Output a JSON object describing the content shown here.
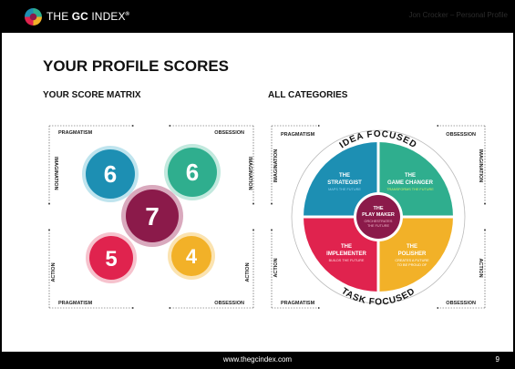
{
  "header": {
    "brand_prefix": "THE ",
    "brand_bold": "GC",
    "brand_suffix": " INDEX",
    "brand_mark": "®",
    "profile_label": "Jon Crocker – Personal Profile"
  },
  "page": {
    "title": "YOUR PROFILE SCORES",
    "matrix_heading": "YOUR SCORE MATRIX",
    "categories_heading": "ALL CATEGORIES"
  },
  "matrix": {
    "top_left_label": "PRAGMATISM",
    "top_right_label": "OBSESSION",
    "bottom_left_label": "PRAGMATISM",
    "bottom_right_label": "OBSESSION",
    "left_upper_label": "IMAGINATION",
    "right_upper_label": "IMAGINATION",
    "left_lower_label": "ACTION",
    "right_lower_label": "ACTION",
    "scores": {
      "strategist": "6",
      "game_changer": "6",
      "play_maker": "7",
      "implementer": "5",
      "polisher": "4"
    }
  },
  "categories": {
    "idea_focused": "IDEA FOCUSED",
    "task_focused": "TASK FOCUSED",
    "top_left_label": "PRAGMATISM",
    "top_right_label": "OBSESSION",
    "bottom_left_label": "PRAGMATISM",
    "bottom_right_label": "OBSESSION",
    "left_upper_label": "IMAGINATION",
    "right_upper_label": "IMAGINATION",
    "left_lower_label": "ACTION",
    "right_lower_label": "ACTION",
    "strategist_title1": "THE",
    "strategist_title2": "STRATEGIST",
    "strategist_desc": "MAPS THE FUTURE",
    "game_changer_title1": "THE",
    "game_changer_title2": "GAME CHANGER",
    "game_changer_desc": "TRANSFORMS THE FUTURE",
    "implementer_title1": "THE",
    "implementer_title2": "IMPLEMENTER",
    "implementer_desc": "BUILDS THE FUTURE",
    "polisher_title1": "THE",
    "polisher_title2": "POLISHER",
    "polisher_desc1": "CREATES A FUTURE",
    "polisher_desc2": "TO BE PROUD OF",
    "play_maker_title1": "THE",
    "play_maker_title2": "PLAY MAKER",
    "play_maker_desc1": "ORCHESTRATES",
    "play_maker_desc2": "THE FUTURE"
  },
  "footer": {
    "url": "www.thegcindex.com",
    "page_number": "9"
  },
  "colors": {
    "strategist": "#1d8fb3",
    "game_changer": "#2fae8e",
    "play_maker": "#8b1a4a",
    "implementer": "#e0234e",
    "polisher": "#f2b128"
  }
}
